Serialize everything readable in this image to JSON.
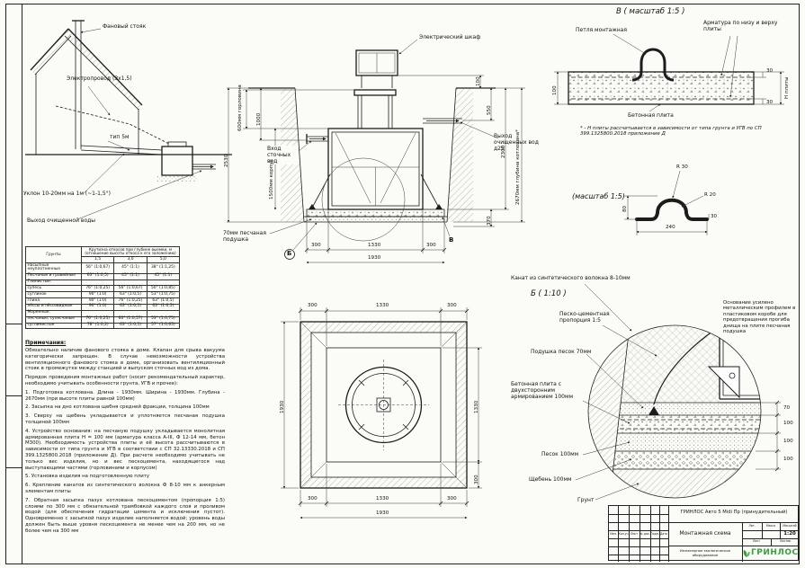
{
  "house": {
    "vent_stack": "Фановый стояк",
    "wiring": "Электропровод (3х1,5)",
    "pipe_len": "тип 5м",
    "slope": "Уклон 10-20мм на 1м (~1-1,5°)",
    "outlet": "Выход очищенной воды"
  },
  "section": {
    "cabinet": "Электрический шкаф",
    "inlet": "Вход сточных вод",
    "outlet": "Выход очищенных вод д25",
    "neck": "600мм горловина",
    "body": "1500мм корпус",
    "cushion": "70мм песчаная подушка",
    "depth_note": "2670мм глубина котлована*",
    "marker_b": "Б",
    "marker_v": "В",
    "d2530": "2530",
    "d1000": "1000",
    "d550": "550",
    "d100": "100",
    "d2300": "2300",
    "d370": "370",
    "d300a": "300",
    "d1330": "1330",
    "d300b": "300",
    "d1930": "1930"
  },
  "detail_v": {
    "title": "В ( масштаб 1:5 )",
    "loop": "Петля монтажная",
    "rebar": "Арматура по низу и верху плиты",
    "slab": "Бетонная плита",
    "d30t": "30",
    "d30b": "30",
    "d100": "100",
    "dh": "Н плиты",
    "footnote": "* - Н плиты рассчитывается в зависимости от типа грунта и УГВ по СП 399.1325800.2018 приложение Д"
  },
  "hook": {
    "title": "(масштаб 1:5)",
    "r30": "R 30",
    "r20": "R 20",
    "d80": "80",
    "d240": "240",
    "d30": "30"
  },
  "plan": {
    "t300a": "300",
    "t1330": "1330",
    "t300b": "300",
    "l1930": "1930",
    "r1330": "1330",
    "r300": "300",
    "b300a": "300",
    "b1330": "1330",
    "b300b": "300",
    "b1930": "1930"
  },
  "detail_b": {
    "title": "Б ( 1:10 )",
    "rope": "Канат из синтетического волокна 8-10мм",
    "sandcement": "Песко-цементная пропорция 1:5",
    "cushion": "Подушка песок 70мм",
    "slab": "Бетонная плита с двухсторонним армированием 100мм",
    "sand": "Песок 100мм",
    "gravel": "Щебень 100мм",
    "soil": "Грунт",
    "d70": "70",
    "d100a": "100",
    "d100b": "100",
    "d100c": "100",
    "note": "Основание усилено металлическим профилем в пластиковом коробе для предотвращения прогиба днища на плите песчаная подушка"
  },
  "soil_table": {
    "col_soil": "Грунты",
    "header": "Крутизна откосов при глубине выемки, м (отношение высоты откоса к его заложению)",
    "depths": [
      "1,5",
      "3,0",
      "5,0"
    ],
    "rows": [
      {
        "name": "Насыпные неуплотненные",
        "v": [
          "56° (1:0,67)",
          "45° (1:1)",
          "38° (1:1,25)"
        ]
      },
      {
        "name": "Песчаные и гравийные",
        "v": [
          "63° (1:0,5)",
          "45° (1:1)",
          "45° (1:1)"
        ]
      },
      {
        "name": "Глинистые:",
        "v": [
          "",
          "",
          ""
        ]
      },
      {
        "name": "супесь",
        "v": [
          "76° (1:0,25)",
          "56° (1:0,67)",
          "50° (1:0,85)"
        ]
      },
      {
        "name": "суглинок",
        "v": [
          "90° (1:0)",
          "63° (1:0,5)",
          "53° (1:0,75)"
        ]
      },
      {
        "name": "глина",
        "v": [
          "90° (1:0)",
          "76° (1:0,25)",
          "63° (1:0,5)"
        ]
      },
      {
        "name": "лёссы и лёссовидные",
        "v": [
          "90° (1:0)",
          "63° (1:0,5)",
          "63° (1:0,5)"
        ]
      },
      {
        "name": "Моренные:",
        "v": [
          "",
          "",
          ""
        ]
      },
      {
        "name": "песчаные, супесчаные",
        "v": [
          "76° (1:0,25)",
          "60° (1:0,57)",
          "53° (1:0,75)"
        ]
      },
      {
        "name": "суглинистые",
        "v": [
          "78° (1:0,2)",
          "63° (1:0,5)",
          "57° (1:0,65)"
        ]
      }
    ]
  },
  "notes": {
    "heading": "Примечания:",
    "p": [
      "Обязательно наличие фанового стояка в доме. Клапан для срыва вакуума категорически запрещен. В случае невозможности устройства вентиляционного фанового стояка в доме, организовать вентиляционный стояк в промежутке между станцией и выпуском сточных вод из дома.",
      "Порядок проведения монтажных работ (носит рекомендательный характер, необходимо учитывать особенности грунта, УГВ и прочее):",
      "1. Подготовка котлована. Длина - 1930мм. Ширина - 1930мм. Глубина - 2670мм (при высоте плиты равной 100мм)",
      "2. Засыпка на дно котлована щебня средней фракции, толщина 100мм",
      "3. Сверху на щебень укладывается и уплотняется песчаная подушка толщиной 100мм",
      "4. Устройство основания: на песчаную подушку укладывается монолитная армированная плита Н = 100 мм (арматура класса А-III, Ф 12-14 мм, бетон М300). Необходимость устройства плиты и её высота рассчитываются в зависимости от типа грунта и УГВ в соответствии с СП 32.13330.2018 и СП 399.1325800.2018 (приложение Д). При расчете необходимо учитывать не только вес изделия, но и вес пескоцемента, находящегося над выступающими частями (горловинами и корпусом)",
      "5. Установка изделия на подготовленную плиту",
      "6. Крепление канатов из синтетического волокна Ф 8-10 мм к анкерным элементам плиты",
      "7. Обратная засыпка пазух котлована пескоцементом (пропорция 1:5) слоями по 300 мм с обязательной трамбовкой каждого слоя и проливом водой (для обеспечения гидратации цемента и исключения пустот). Одновременно с засыпкой пазух изделие наполняется водой; уровень воды должен быть выше уровня пескоцемента не менее чем на 200 мм, но не более чем на 300 мм"
    ]
  },
  "title_block": {
    "product": "ГРИНЛОС Авто 5 Midi Пр (принудительный)",
    "doc": "Монтажная схема",
    "scale": "1:20",
    "lit_label": "Лит.",
    "mass_label": "Масса",
    "scale_label": "Масштаб",
    "sheet_label": "Лист",
    "sheets_label": "Листов",
    "cols": [
      "Изм.",
      "Кол.уч",
      "Лист",
      "№ док.",
      "Подп.",
      "Дата"
    ],
    "brand": "ГРИНЛОС",
    "brand_sub": "Инженерное экологическое оборудование",
    "brand_green": "#3a9e3f"
  }
}
